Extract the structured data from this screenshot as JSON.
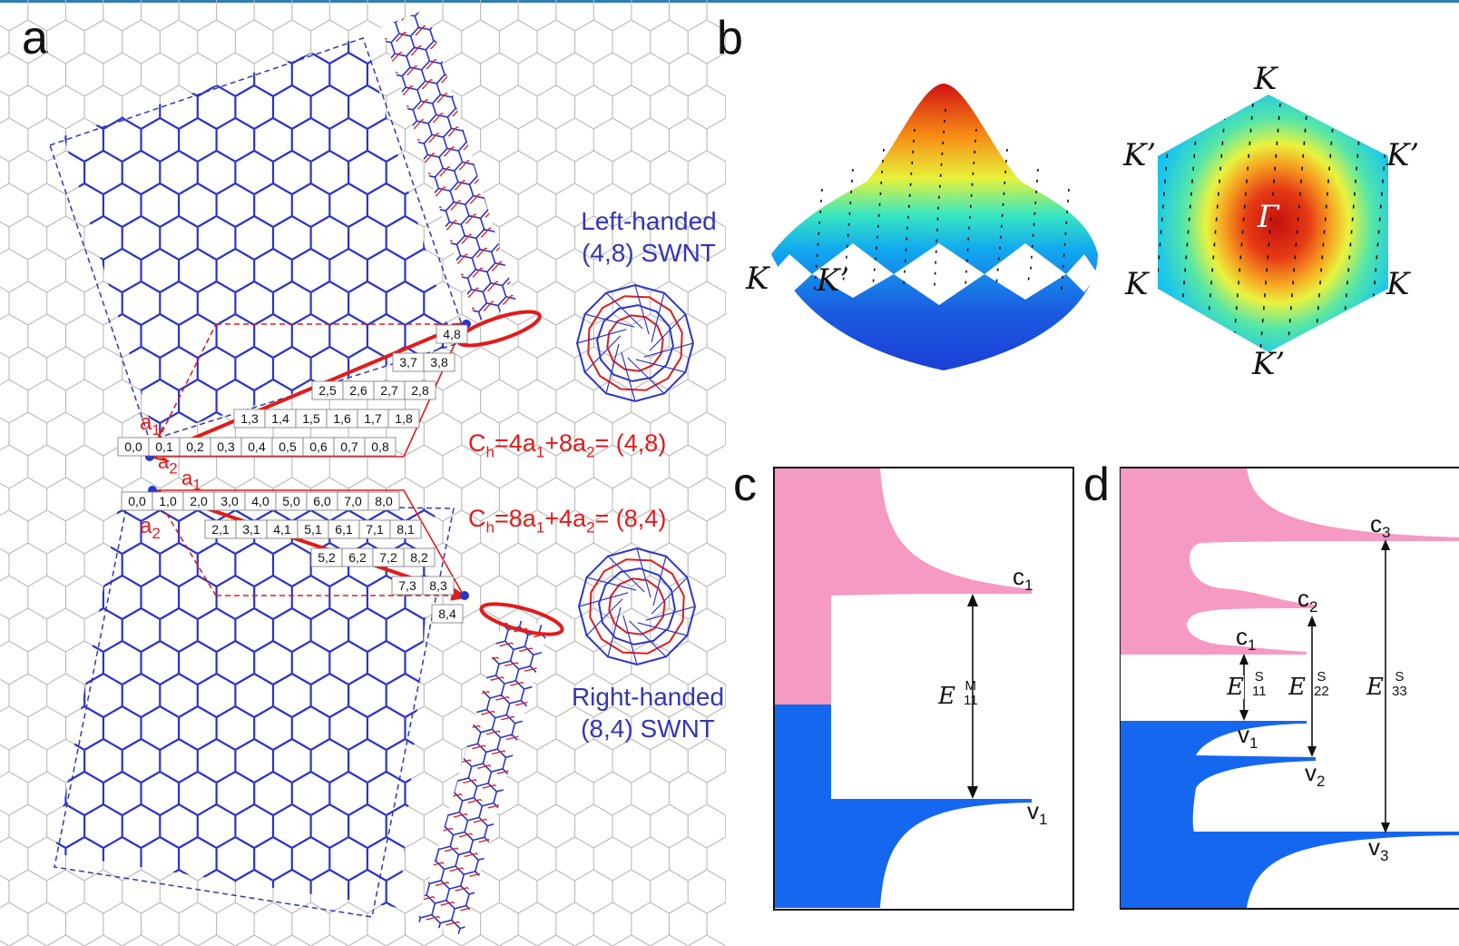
{
  "colors": {
    "top_rule": "#2e7fb5",
    "lattice_gray": "#b9b9b9",
    "lattice_blue": "#2b34c9",
    "vector_red": "#e21b1b",
    "annotation_blue": "#3336b4",
    "conduction_pink": "#f59ac3",
    "valence_blue": "#1567f0",
    "surface_scale": [
      "#1b3fd6",
      "#12a8f0",
      "#36e6c3",
      "#e7f23a",
      "#f78a14",
      "#d01212"
    ]
  },
  "panel_a": {
    "label": "a",
    "left_handed": {
      "line1": "Left-handed",
      "line2": "(4,8) SWNT"
    },
    "right_handed": {
      "line1": "Right-handed",
      "line2": "(8,4) SWNT"
    },
    "chiral_vector_top": {
      "prefix": "C",
      "sub": "h",
      "mid": "=4a",
      "sub1": "1",
      "mid2": "+8a",
      "sub2": "2",
      "suffix": "= (4,8)"
    },
    "chiral_vector_bottom": {
      "prefix": "C",
      "sub": "h",
      "mid": "=8a",
      "sub1": "1",
      "mid2": "+4a",
      "sub2": "2",
      "suffix": "= (8,4)"
    },
    "basis_top": {
      "a1": "a",
      "a1_sub": "1",
      "a2": "a",
      "a2_sub": "2"
    },
    "basis_bottom": {
      "a1": "a",
      "a1_sub": "1",
      "a2": "a",
      "a2_sub": "2"
    },
    "index_rows_top": [
      [
        "0,0",
        "0,1",
        "0,2",
        "0,3",
        "0,4",
        "0,5",
        "0,6",
        "0,7",
        "0,8"
      ],
      [
        "1,3",
        "1,4",
        "1,5",
        "1,6",
        "1,7",
        "1,8"
      ],
      [
        "2,5",
        "2,6",
        "2,7",
        "2,8"
      ],
      [
        "3,7",
        "3,8"
      ],
      [
        "4,8"
      ]
    ],
    "index_rows_bottom": [
      [
        "0,0",
        "1,0",
        "2,0",
        "3,0",
        "4,0",
        "5,0",
        "6,0",
        "7,0",
        "8,0"
      ],
      [
        "2,1",
        "3,1",
        "4,1",
        "5,1",
        "6,1",
        "7,1",
        "8,1"
      ],
      [
        "5,2",
        "6,2",
        "7,2",
        "8,2"
      ],
      [
        "7,3",
        "8,3"
      ],
      [
        "8,4"
      ]
    ]
  },
  "panel_b": {
    "label": "b",
    "surface_labels": {
      "left_K": "K",
      "left_Kp": "K’"
    },
    "hexagon_labels": {
      "top": "K",
      "upper_left": "K’",
      "upper_right": "K’",
      "lower_left": "K",
      "lower_right": "K",
      "bottom": "K’",
      "center": "Γ"
    }
  },
  "panel_c": {
    "label": "c",
    "conduction": {
      "c": "c",
      "sub": "1"
    },
    "valence": {
      "v": "v",
      "sub": "1"
    },
    "transition": {
      "E": "E",
      "sup": "M",
      "sub": "11"
    }
  },
  "panel_d": {
    "label": "d",
    "conduction": [
      {
        "c": "c",
        "sub": "1"
      },
      {
        "c": "c",
        "sub": "2"
      },
      {
        "c": "c",
        "sub": "3"
      }
    ],
    "valence": [
      {
        "v": "v",
        "sub": "1"
      },
      {
        "v": "v",
        "sub": "2"
      },
      {
        "v": "v",
        "sub": "3"
      }
    ],
    "transitions": [
      {
        "E": "E",
        "sup": "S",
        "sub": "11"
      },
      {
        "E": "E",
        "sup": "S",
        "sub": "22"
      },
      {
        "E": "E",
        "sup": "S",
        "sub": "33"
      }
    ]
  }
}
